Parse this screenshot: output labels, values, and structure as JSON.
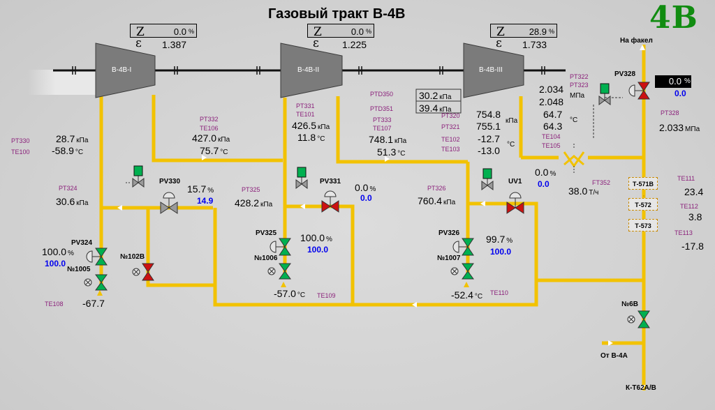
{
  "title": "Газовый тракт В-4В",
  "unit_label": "4В",
  "compressors": [
    {
      "name": "В-4В-I",
      "z_symbol": "Z",
      "z_value": "0.0",
      "z_unit": "%",
      "eps_symbol": "ε",
      "eps_value": "1.387"
    },
    {
      "name": "В-4В-II",
      "z_symbol": "Z",
      "z_value": "0.0",
      "z_unit": "%",
      "eps_symbol": "ε",
      "eps_value": "1.225"
    },
    {
      "name": "В-4В-III",
      "z_symbol": "Z",
      "z_value": "28.9",
      "z_unit": "%",
      "eps_symbol": "ε",
      "eps_value": "1.733"
    }
  ],
  "units": {
    "kpa": "кПа",
    "mpa": "МПа",
    "c": "°С",
    "pct": "%",
    "flow": "Т/ч"
  },
  "tags": {
    "pt330": "PT330",
    "te100": "TE100",
    "pt332": "PT332",
    "te106": "TE106",
    "pt331": "PT331",
    "te101": "TE101",
    "ptd350": "PTD350",
    "ptd351": "PTD351",
    "pt333": "PT333",
    "te107": "TE107",
    "pt320": "PT320",
    "pt321": "PT321",
    "te102": "TE102",
    "te103": "TE103",
    "pt322": "PT322",
    "pt323": "PT323",
    "te104": "TE104",
    "te105": "TE105",
    "pt328": "PT328",
    "pt324": "PT324",
    "pt325": "PT325",
    "pt326": "PT326",
    "ft352": "FT352",
    "te108": "TE108",
    "te109": "TE109",
    "te110": "TE110",
    "te111": "TE111",
    "te112": "TE112",
    "te113": "TE113"
  },
  "values": {
    "pt330": "28.7",
    "te100": "-58.9",
    "pt332": "427.0",
    "te106": "75.7",
    "pt331": "426.5",
    "te101": "11.8",
    "ptd350": "30.2",
    "ptd351": "39.4",
    "pt333": "748.1",
    "te107": "51.3",
    "pt320": "754.8",
    "pt321": "755.1",
    "te102": "-12.7",
    "te103": "-13.0",
    "pt322": "2.034",
    "pt323": "2.048",
    "te104": "64.7",
    "te105": "64.3",
    "pt328": "2.033",
    "pt324": "30.6",
    "pt325": "428.2",
    "pt326": "760.4",
    "te108": "-67.7",
    "te109": "-57.0",
    "te110": "-52.4",
    "te111": "23.4",
    "te112": "3.8",
    "te113": "-17.8",
    "ft352": "38.0",
    "ft352_pct": "0.0",
    "ft352_sp": "0.0"
  },
  "valves": {
    "pv330": {
      "name": "PV330",
      "pos": "15.7",
      "sp": "14.9"
    },
    "pv331": {
      "name": "PV331",
      "pos": "0.0",
      "sp": "0.0"
    },
    "uv1": {
      "name": "UV1",
      "pos": "0.0",
      "sp": ""
    },
    "pv324": {
      "name": "PV324",
      "pos": "100.0",
      "sp": "100.0"
    },
    "pv325": {
      "name": "PV325",
      "pos": "100.0",
      "sp": "100.0"
    },
    "pv326": {
      "name": "PV326",
      "pos": "99.7",
      "sp": "100.0"
    },
    "pv328": {
      "name": "PV328",
      "pos": "0.0",
      "sp": "0.0"
    }
  },
  "valve_labels": {
    "n1005": "№1005",
    "n1006": "№1006",
    "n1007": "№1007",
    "n102b": "№102В",
    "n6b": "№6В"
  },
  "boxes": {
    "t571b": "Т-571В",
    "t572": "Т-572",
    "t573": "Т-573"
  },
  "labels": {
    "flare": "На факел",
    "from_b4a": "От В-4А",
    "to_k": "К-Т62А/В"
  },
  "colors": {
    "pipe": "#f2c200",
    "shaft": "#111111",
    "compressor": "#7b7b7b",
    "valve_open": "#00b050",
    "valve_closed": "#cc1111",
    "valve_partial": "#9a9a9a",
    "unit_label": "#118c11",
    "tag": "#8a1f7a",
    "setpoint": "#0000ee"
  }
}
